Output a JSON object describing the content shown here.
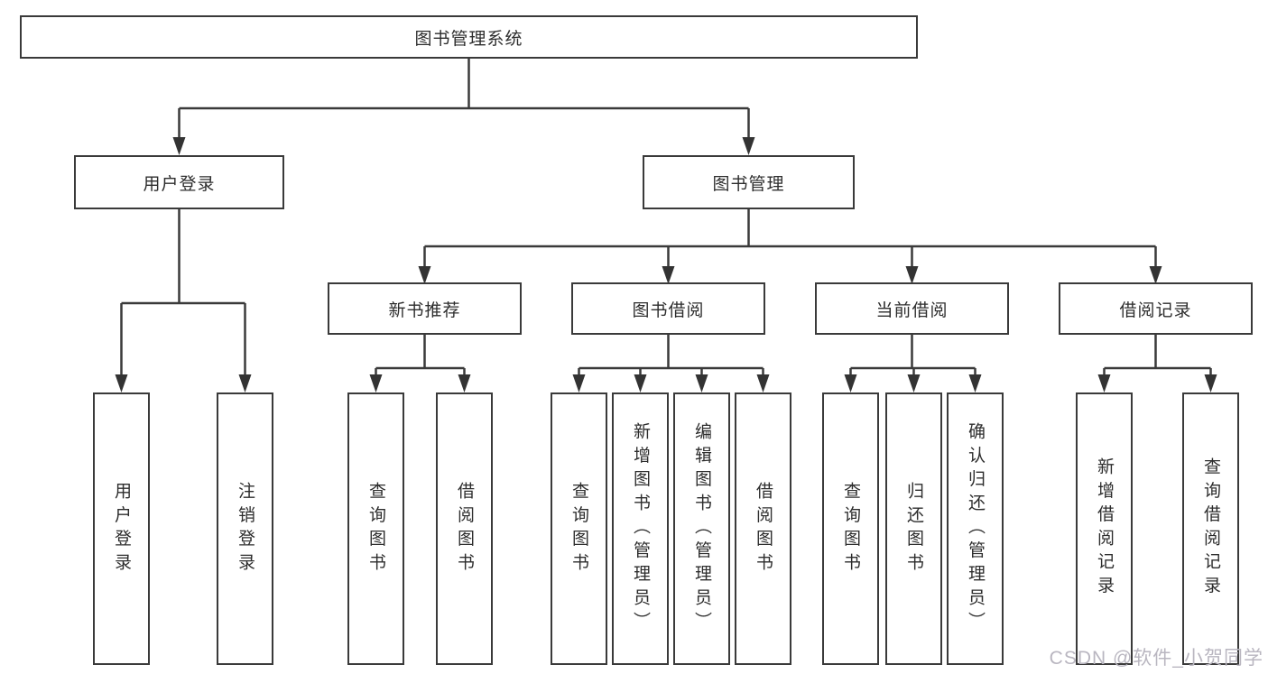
{
  "tree": {
    "root": {
      "label": "图书管理系统",
      "children": [
        {
          "label": "用户登录",
          "children": [
            {
              "label": "用户登录"
            },
            {
              "label": "注销登录"
            }
          ]
        },
        {
          "label": "图书管理",
          "children": [
            {
              "label": "新书推荐",
              "children": [
                {
                  "label": "查询图书"
                },
                {
                  "label": "借阅图书"
                }
              ]
            },
            {
              "label": "图书借阅",
              "children": [
                {
                  "label": "查询图书"
                },
                {
                  "label": "新增图书（管理员）"
                },
                {
                  "label": "编辑图书（管理员）"
                },
                {
                  "label": "借阅图书"
                }
              ]
            },
            {
              "label": "当前借阅",
              "children": [
                {
                  "label": "查询图书"
                },
                {
                  "label": "归还图书"
                },
                {
                  "label": "确认归还（管理员）"
                }
              ]
            },
            {
              "label": "借阅记录",
              "children": [
                {
                  "label": "新增借阅记录"
                },
                {
                  "label": "查询借阅记录"
                }
              ]
            }
          ]
        }
      ]
    }
  },
  "watermark": {
    "text": "CSDN @软件_小贺同学"
  },
  "colors": {
    "line": "#3a3a3a",
    "box_border": "#3a3a3a",
    "text": "#2d2d2d",
    "background": "#ffffff",
    "watermark_text": "#b9b6c0"
  }
}
